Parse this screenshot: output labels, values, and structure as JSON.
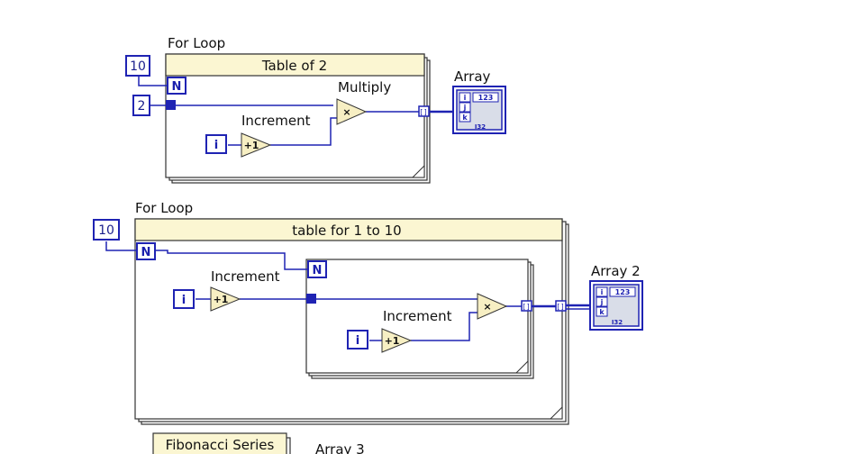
{
  "loop1": {
    "label": "For Loop",
    "title": "Table of 2",
    "count_const": "10",
    "input_const": "2",
    "count_terminal": "N",
    "iter_terminal": "i",
    "inc_label": "Increment",
    "inc_op": "+1",
    "mul_label": "Multiply",
    "mul_op": "×",
    "output_label": "Array"
  },
  "loop2": {
    "label": "For Loop",
    "title": "table for 1 to 10",
    "count_const": "10",
    "count_terminal": "N",
    "iter_terminal": "i",
    "inc_label": "Increment",
    "inc_op": "+1",
    "inner_count_terminal": "N",
    "inner_iter_terminal": "i",
    "inner_inc_label": "Increment",
    "inner_inc_op": "+1",
    "mul_op": "×",
    "output_label": "Array 2"
  },
  "loop3": {
    "title": "Fibonacci Series",
    "output_label": "Array 3"
  },
  "indicator": {
    "index_i": "i",
    "index_j": "j",
    "index_k": "k",
    "value": "123",
    "type": "I32"
  },
  "colors": {
    "wire": "#1f23b3",
    "title_bar": "#fbf6d2",
    "operator": "#f7efc3"
  }
}
